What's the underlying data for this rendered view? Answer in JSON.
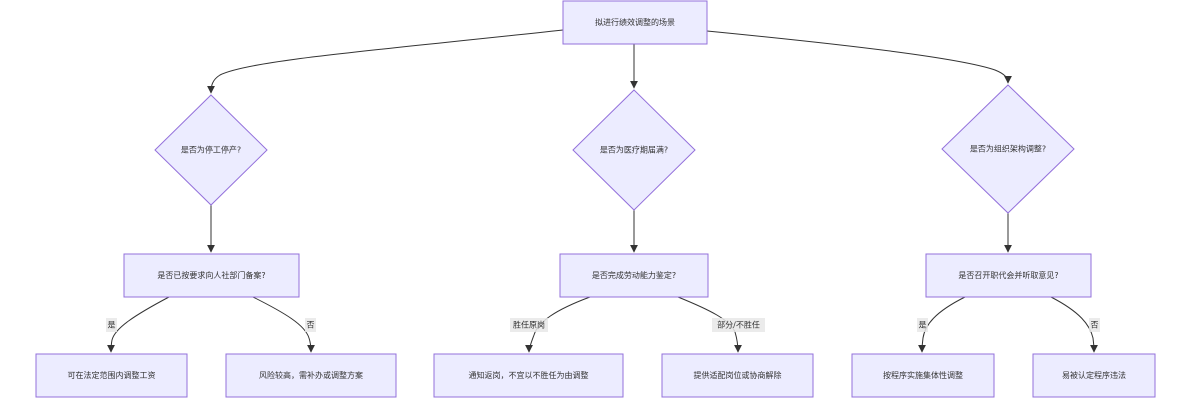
{
  "diagram": {
    "type": "flowchart",
    "colors": {
      "node_fill": "#ECECFF",
      "node_stroke": "#9370DB",
      "edge": "#333333",
      "edge_label_bg": "#e8e8e8"
    },
    "nodes": {
      "root": "拟进行绩效调整的场景",
      "q1": "是否为停工停产?",
      "q2": "是否为医疗期届满?",
      "q3": "是否为组织架构调整?",
      "q1a": "是否已按要求向人社部门备案?",
      "q2a": "是否完成劳动能力鉴定?",
      "q3a": "是否召开职代会并听取意见?",
      "r1": "可在法定范围内调整工资",
      "r2": "风险较高，需补办或调整方案",
      "r3": "通知返岗，不宜以不胜任为由调整",
      "r4": "提供适配岗位或协商解除",
      "r5": "按程序实施集体性调整",
      "r6": "易被认定程序违法"
    },
    "edges": [
      {
        "from": "root",
        "to": "q1",
        "label": ""
      },
      {
        "from": "root",
        "to": "q2",
        "label": ""
      },
      {
        "from": "root",
        "to": "q3",
        "label": ""
      },
      {
        "from": "q1",
        "to": "q1a",
        "label": ""
      },
      {
        "from": "q2",
        "to": "q2a",
        "label": ""
      },
      {
        "from": "q3",
        "to": "q3a",
        "label": ""
      },
      {
        "from": "q1a",
        "to": "r1",
        "label": "是"
      },
      {
        "from": "q1a",
        "to": "r2",
        "label": "否"
      },
      {
        "from": "q2a",
        "to": "r3",
        "label": "胜任原岗"
      },
      {
        "from": "q2a",
        "to": "r4",
        "label": "部分/不胜任"
      },
      {
        "from": "q3a",
        "to": "r5",
        "label": "是"
      },
      {
        "from": "q3a",
        "to": "r6",
        "label": "否"
      }
    ]
  }
}
